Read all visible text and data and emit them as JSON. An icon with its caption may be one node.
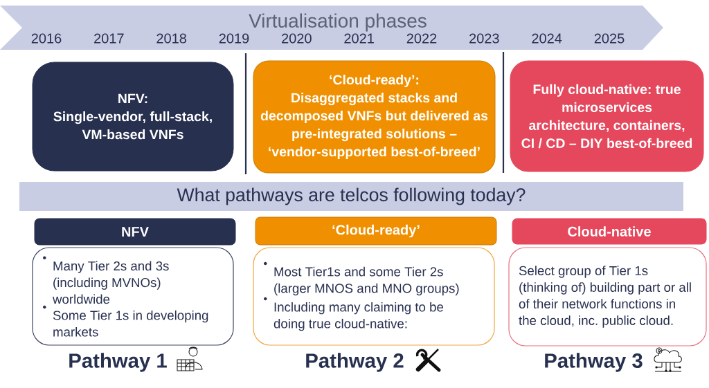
{
  "diagram": {
    "nodes": [
      {
        "text": [
          "Virtualisation phases",
          "2016",
          "2017",
          "2018",
          "2019",
          "2020",
          "2021",
          "2022",
          "2023",
          "2024",
          "2025"
        ]
      },
      {
        "text": [
          "NFV:",
          "Single-vendor, full-stack, VM-based VNFs"
        ]
      },
      {
        "text": [
          "‘Cloud-ready’:",
          "Disaggregated stacks and decomposed VNFs but delivered as pre-integrated solutions – ‘vendor-supported best-of-breed’"
        ]
      },
      {
        "text": [
          "Fully cloud-native: true microservices architecture, containers, CI / CD – DIY best-of-breed"
        ]
      },
      {
        "text": [
          "What pathways are telcos following today?"
        ]
      },
      {
        "text": [
          "NFV"
        ]
      },
      {
        "text": [
          "‘Cloud-ready’"
        ]
      },
      {
        "text": [
          "Cloud-native"
        ]
      },
      {
        "text": [
          "Many Tier 2s and 3s (including MVNOs) worldwide",
          "Some Tier 1s in developing markets"
        ],
        "beside": [
          "Pathway 1"
        ]
      },
      {
        "text": [
          "Most Tier1s and some Tier 2s (larger MNOS and MNO groups)",
          "Including many claiming to be doing true cloud-native:"
        ],
        "beside": [
          "Pathway 2"
        ]
      },
      {
        "text": [
          "Select group of Tier 1s (thinking of) building part or all of their network functions in the cloud, inc. public cloud."
        ],
        "beside": [
          "Pathway 3"
        ]
      }
    ]
  }
}
